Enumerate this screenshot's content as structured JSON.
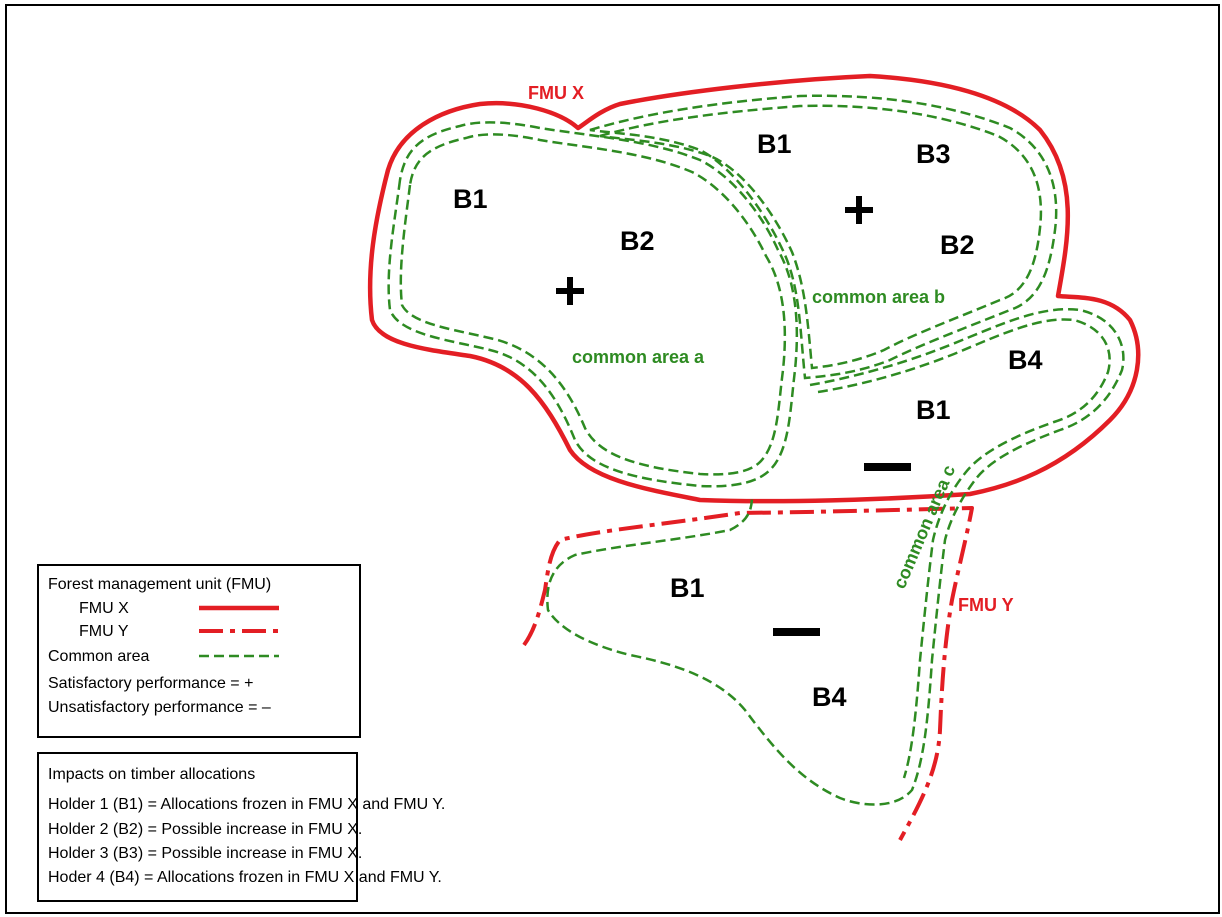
{
  "map": {
    "fmu_x_label": "FMU X",
    "fmu_y_label": "FMU Y",
    "common_area_a": "common area a",
    "common_area_b": "common area b",
    "common_area_c": "common area c",
    "holders": {
      "a_b1": "B1",
      "a_b2": "B2",
      "b_b1": "B1",
      "b_b3": "B3",
      "b_b2": "B2",
      "c_b4": "B4",
      "c_b1": "B1",
      "y_b1": "B1",
      "y_b4": "B4"
    },
    "signs": {
      "plus": "+",
      "minus": "–"
    }
  },
  "legend": {
    "title": "Forest management unit (FMU)",
    "fmu_x": "FMU X",
    "fmu_y": "FMU Y",
    "common_area": "Common area",
    "satisfactory": "Satisfactory performance = +",
    "unsatisfactory": "Unsatisfactory performance = –"
  },
  "impacts": {
    "title": "Impacts on timber allocations",
    "lines": [
      "Holder 1 (B1) = Allocations frozen in FMU X and FMU Y.",
      "Holder 2 (B2) = Possible increase in FMU X.",
      "Holder 3 (B3) = Possible increase in FMU X.",
      "Hoder 4 (B4) = Allocations frozen in FMU X and FMU Y."
    ]
  },
  "colors": {
    "fmu": "#e31e24",
    "common": "#2e8b22",
    "text": "#000000"
  }
}
